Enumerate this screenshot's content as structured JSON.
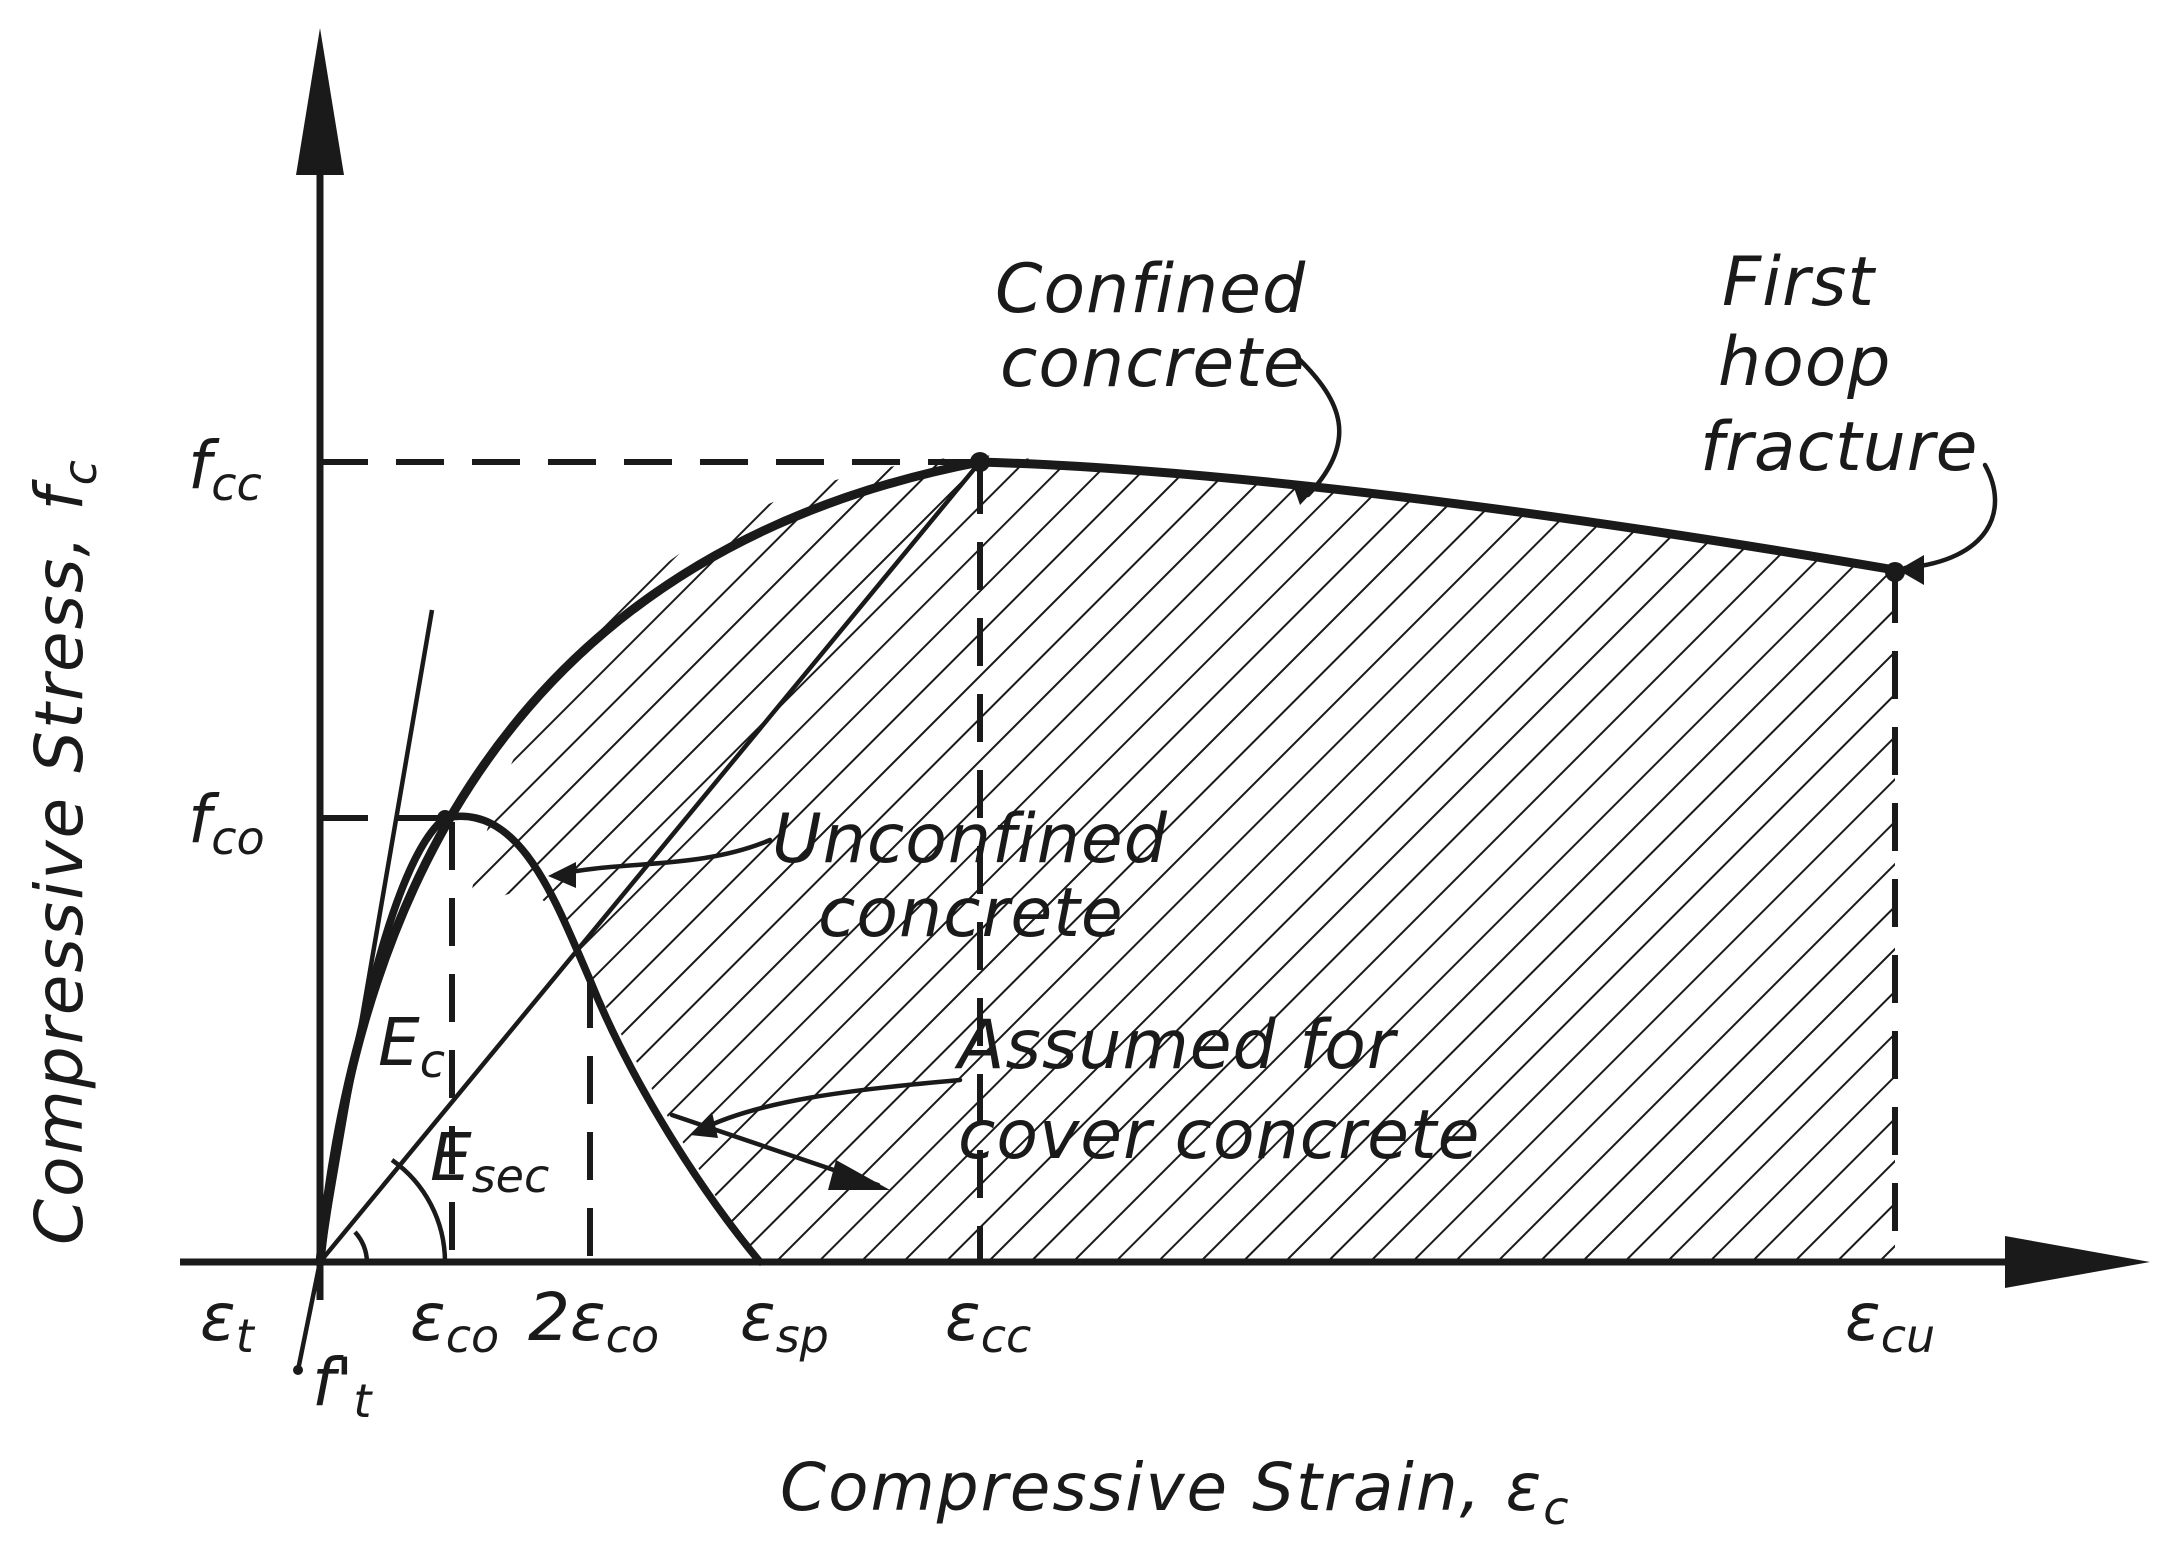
{
  "axes": {
    "y_label": "Compressive Stress, f",
    "y_label_sub": "c",
    "x_label": "Compressive Strain, ε",
    "x_label_sub": "c"
  },
  "stress_ticks": [
    {
      "main": "f",
      "sub": "cc"
    },
    {
      "main": "f",
      "sub": "co"
    }
  ],
  "strain_ticks": [
    {
      "main": "ε",
      "sub": "t"
    },
    {
      "main": "ε",
      "sub": "co"
    },
    {
      "main": "2ε",
      "sub": "co"
    },
    {
      "main": "ε",
      "sub": "sp"
    },
    {
      "main": "ε",
      "sub": "cc"
    },
    {
      "main": "ε",
      "sub": "cu"
    }
  ],
  "tension": {
    "main": "f'",
    "sub": "t"
  },
  "moduli": [
    {
      "main": "E",
      "sub": "c"
    },
    {
      "main": "E",
      "sub": "sec"
    }
  ],
  "annotations": {
    "confined": [
      "Confined",
      "concrete"
    ],
    "hoop": [
      "First",
      "hoop",
      "fracture"
    ],
    "unconfined": [
      "Unconfined",
      "concrete"
    ],
    "cover": [
      "Assumed for",
      "cover concrete"
    ]
  },
  "colors": {
    "ink": "#1a1a1a",
    "background": "#ffffff"
  }
}
